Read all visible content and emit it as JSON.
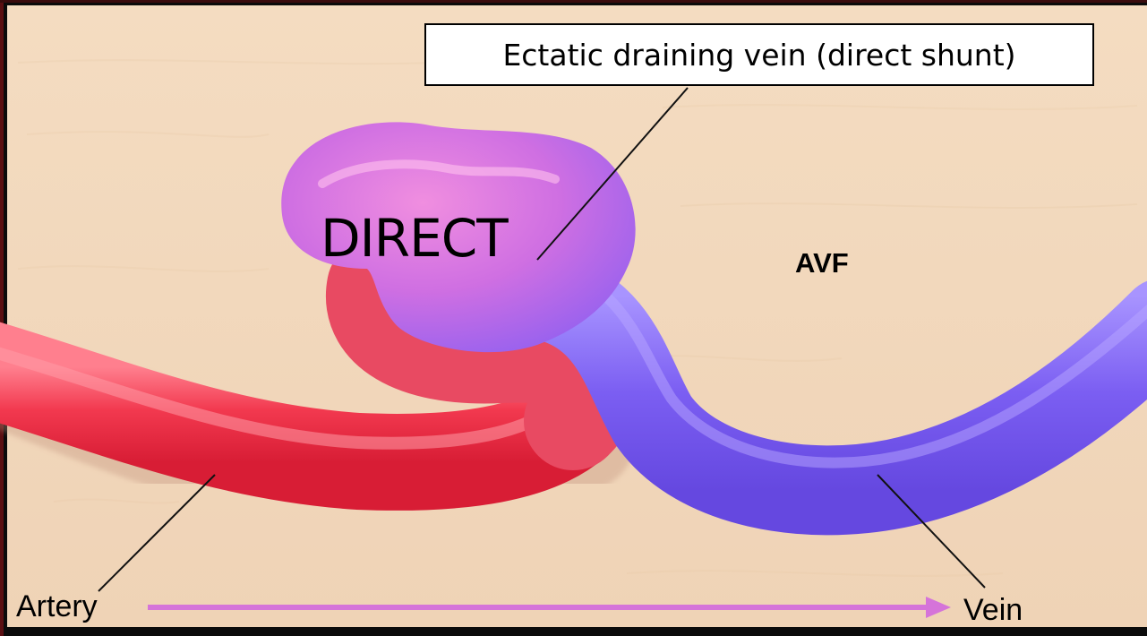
{
  "figure": {
    "callout_text": "Ectatic draining vein (direct shunt)",
    "type_label": "DIRECT",
    "abbreviation": "AVF",
    "artery_label": "Artery",
    "vein_label": "Vein"
  },
  "colors": {
    "background": "#f3d9bd",
    "artery": "#ee3a4f",
    "vein": "#7a5cf0",
    "ectatic_pouch": "#c46ee0",
    "flow_arrow": "#d574d9",
    "frame": "#0b0b0b"
  },
  "icons": {
    "flow_arrow": "right-arrow-icon"
  }
}
